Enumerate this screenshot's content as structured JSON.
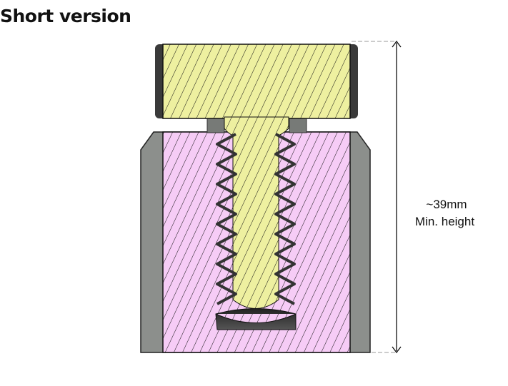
{
  "title": "Short version",
  "dimension": {
    "value": "~39mm",
    "label": "Min. height"
  },
  "colors": {
    "knob": "#eef0a0",
    "body": "#f6ccf6",
    "metal": "#8c8f8c",
    "dark": "#3a3a3a"
  }
}
